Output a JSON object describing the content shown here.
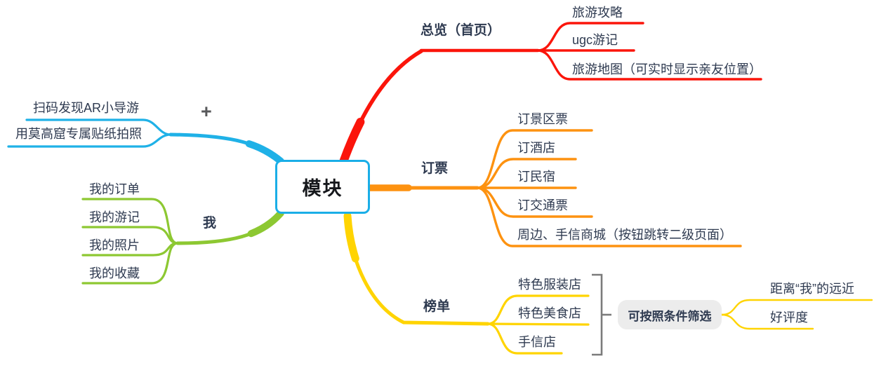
{
  "colors": {
    "branch_overview": "#fb150b",
    "branch_booking": "#fd9210",
    "branch_ranking": "#ffd402",
    "branch_plus": "#1fb1e7",
    "branch_me": "#8dc832",
    "root_border": "#1aaee7",
    "summary_bracket": "#7b7b7b",
    "summary_fill": "#ececec",
    "text": "#2e3a50"
  },
  "mindmap": {
    "root": "模块",
    "branches": [
      {
        "label": "总览（首页）",
        "children": [
          "旅游攻略",
          "ugc游记",
          "旅游地图（可实时显示亲友位置）"
        ]
      },
      {
        "label": "订票",
        "children": [
          "订景区票",
          "订酒店",
          "订民宿",
          "订交通票",
          "周边、手信商城（按钮跳转二级页面）"
        ]
      },
      {
        "label": "榜单",
        "children": [
          "特色服装店",
          "特色美食店",
          "手信店"
        ],
        "summary": {
          "label": "可按照条件筛选",
          "children": [
            "距离“我”的远近",
            "好评度"
          ]
        }
      },
      {
        "label": "+",
        "children": [
          "扫码发现AR小导游",
          "用莫高窟专属贴纸拍照"
        ]
      },
      {
        "label": "我",
        "children": [
          "我的订单",
          "我的游记",
          "我的照片",
          "我的收藏"
        ]
      }
    ]
  }
}
